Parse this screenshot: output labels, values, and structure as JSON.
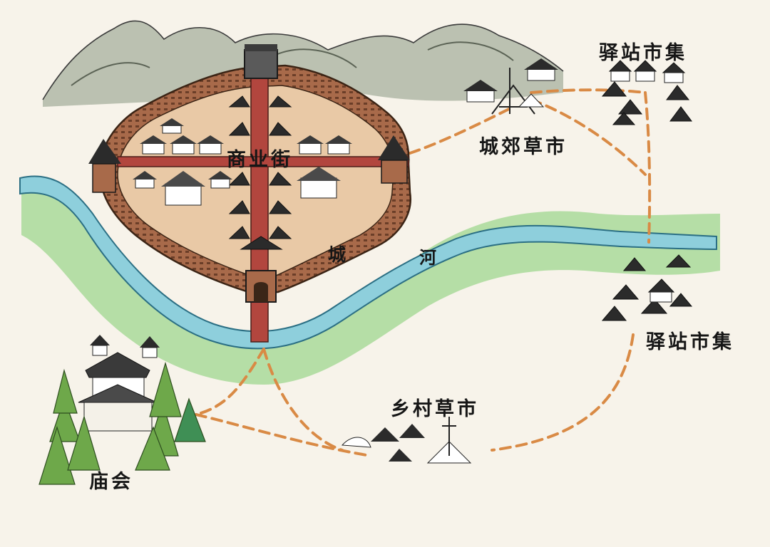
{
  "labels": {
    "commercial_street": "商业街",
    "city": "城",
    "river": "河",
    "suburban_market": "城郊草市",
    "post_market_north": "驿站市集",
    "post_market_east": "驿站市集",
    "village_market": "乡村草市",
    "temple_fair": "庙会"
  },
  "colors": {
    "paper": "#f7f3ea",
    "river": "#8ecfdc",
    "river_edge": "#2b6f84",
    "riverbank_green": "#a9d99a",
    "city_wall": "#a86a4a",
    "wall_dark": "#6b3e28",
    "city_ground": "#e9c9a6",
    "street": "#b2463e",
    "mountain": "#9aa493",
    "route_dash": "#d98a45",
    "tree_green": "#6ea84a",
    "roof_dark": "#2b2b2b"
  }
}
